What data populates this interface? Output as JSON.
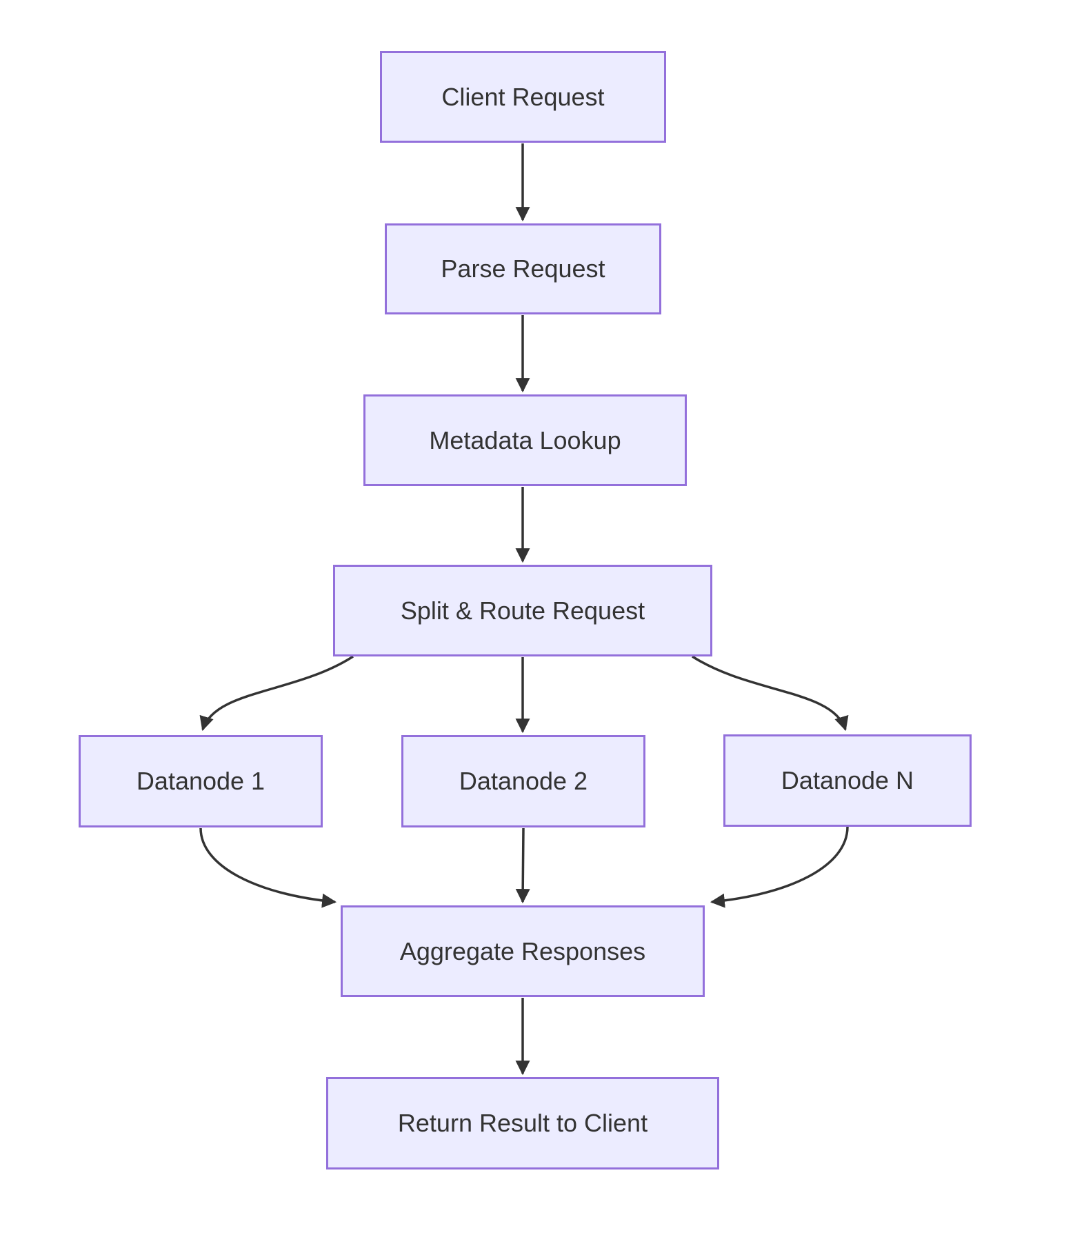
{
  "diagram": {
    "type": "flowchart",
    "direction": "top-down",
    "colors": {
      "node_fill": "#ECECFF",
      "node_border": "#9370DB",
      "edge_line": "#333333",
      "text": "#333333",
      "background": "#FFFFFF"
    },
    "nodes": {
      "client": {
        "label": "Client Request"
      },
      "parse": {
        "label": "Parse Request"
      },
      "metadata": {
        "label": "Metadata Lookup"
      },
      "split": {
        "label": "Split & Route Request"
      },
      "datanode1": {
        "label": "Datanode 1"
      },
      "datanode2": {
        "label": "Datanode 2"
      },
      "datanodeN": {
        "label": "Datanode N"
      },
      "aggregate": {
        "label": "Aggregate Responses"
      },
      "return": {
        "label": "Return Result to Client"
      }
    },
    "edges": [
      {
        "from": "Client Request",
        "to": "Parse Request"
      },
      {
        "from": "Parse Request",
        "to": "Metadata Lookup"
      },
      {
        "from": "Metadata Lookup",
        "to": "Split & Route Request"
      },
      {
        "from": "Split & Route Request",
        "to": "Datanode 1"
      },
      {
        "from": "Split & Route Request",
        "to": "Datanode 2"
      },
      {
        "from": "Split & Route Request",
        "to": "Datanode N"
      },
      {
        "from": "Datanode 1",
        "to": "Aggregate Responses"
      },
      {
        "from": "Datanode 2",
        "to": "Aggregate Responses"
      },
      {
        "from": "Datanode N",
        "to": "Aggregate Responses"
      },
      {
        "from": "Aggregate Responses",
        "to": "Return Result to Client"
      }
    ]
  }
}
